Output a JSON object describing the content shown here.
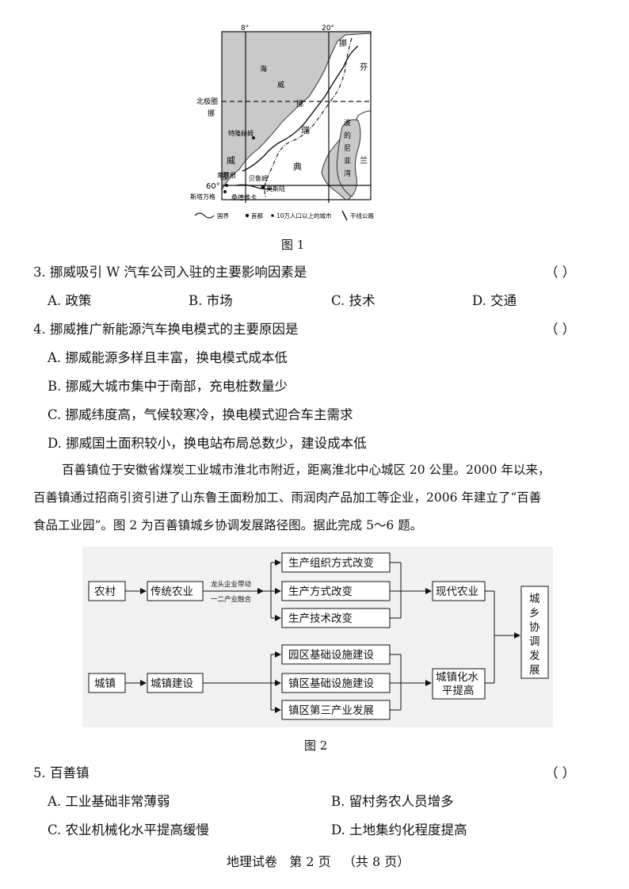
{
  "figure1": {
    "lon_labels": [
      "8°",
      "20°"
    ],
    "lat_label": "60°",
    "arctic_circle": "北极圈",
    "sea_chars": [
      "挪",
      "威",
      "海"
    ],
    "norway_chars": [
      "挪",
      "威"
    ],
    "sweden_chars": [
      "瑞",
      "典"
    ],
    "finland_chars": [
      "挪",
      "芬",
      "兰"
    ],
    "gulf_chars": [
      "波",
      "的",
      "尼",
      "亚",
      "湾"
    ],
    "cities": [
      "特隆赫姆",
      "卑尔根",
      "贝鲁姆",
      "斯塔万格",
      "奥斯陆",
      "桑德维卡"
    ],
    "legend": [
      "国界",
      "首都",
      "10万人口以上的城市",
      "干线公路"
    ],
    "caption": "图 1"
  },
  "q3": {
    "stem": "3. 挪威吸引 W 汽车公司入驻的主要影响因素是",
    "paren": "（      ）",
    "options": [
      "A. 政策",
      "B. 市场",
      "C. 技术",
      "D. 交通"
    ]
  },
  "q4": {
    "stem": "4. 挪威推广新能源汽车换电模式的主要原因是",
    "paren": "（      ）",
    "options": [
      "A. 挪威能源多样且丰富，换电模式成本低",
      "B. 挪威大城市集中于南部，充电桩数量少",
      "C. 挪威纬度高，气候较寒冷，换电模式迎合车主需求",
      "D. 挪威国土面积较小，换电站布局总数少，建设成本低"
    ]
  },
  "passage": [
    "百善镇位于安徽省煤炭工业城市淮北市附近，距离淮北中心城区 20 公里。2000 年以来，",
    "百善镇通过招商引资引进了山东鲁王面粉加工、雨润肉产品加工等企业，2006 年建立了“百善",
    "食品工业园”。图 2 为百善镇城乡协调发展路径图。据此完成 5～6 题。"
  ],
  "figure2": {
    "rural": "农村",
    "trad_agri": "传统农业",
    "arrow_label_1": "龙头企业带动",
    "arrow_label_2": "一二产业融合",
    "prod_org": "生产组织方式改变",
    "prod_mode": "生产方式改变",
    "prod_tech": "生产技术改变",
    "modern_agri": "现代农业",
    "town": "城镇",
    "town_build": "城镇建设",
    "park_infra": "园区基础设施建设",
    "town_infra": "镇区基础设施建设",
    "tertiary": "镇区第三产业发展",
    "urbanization": [
      "城镇化水",
      "平提高"
    ],
    "result_chars": [
      "城",
      "乡",
      "协",
      "调",
      "发",
      "展"
    ],
    "caption": "图 2"
  },
  "q5": {
    "stem": "5. 百善镇",
    "paren": "（      ）",
    "options": [
      "A. 工业基础非常薄弱",
      "B. 留村务农人员增多",
      "C. 农业机械化水平提高缓慢",
      "D. 土地集约化程度提高"
    ]
  },
  "footer": "地理试卷   第 2 页   （共 8 页）"
}
